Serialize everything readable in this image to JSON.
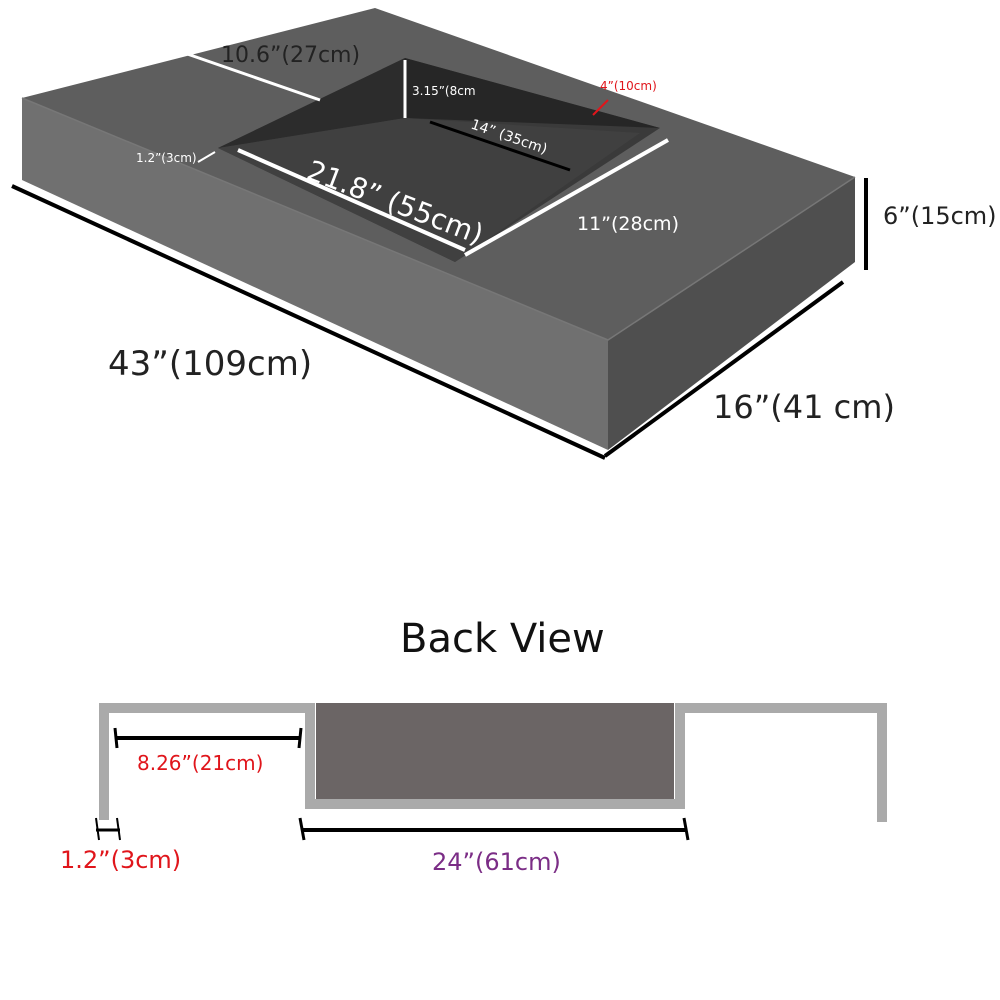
{
  "top_view": {
    "dims": {
      "length": "43”(109cm)",
      "width": "16”(41 cm)",
      "height": "6”(15cm)",
      "left_shelf": "10.6”(27cm)",
      "basin_front": "21.8” (55cm)",
      "basin_back": "14” (35cm)",
      "basin_depth": "3.15”(8cm",
      "basin_right": "11”(28cm)",
      "rim_back": "4”(10cm)",
      "rim_front": "1.2”(3cm)"
    }
  },
  "back_view": {
    "title": "Back View",
    "dims": {
      "left_gap": "8.26”(21cm)",
      "wall": "1.2”(3cm)",
      "center": "24”(61cm)"
    }
  },
  "colors": {
    "body_top": "#5d5d5d",
    "body_front": "#707070",
    "body_side": "#505050",
    "basin_dark": "#323232",
    "label_dark": "#222222",
    "label_red": "#e0151b",
    "label_purple": "#7b2d86",
    "back_frame": "#aaaaaa",
    "back_fill": "#6b6565"
  }
}
